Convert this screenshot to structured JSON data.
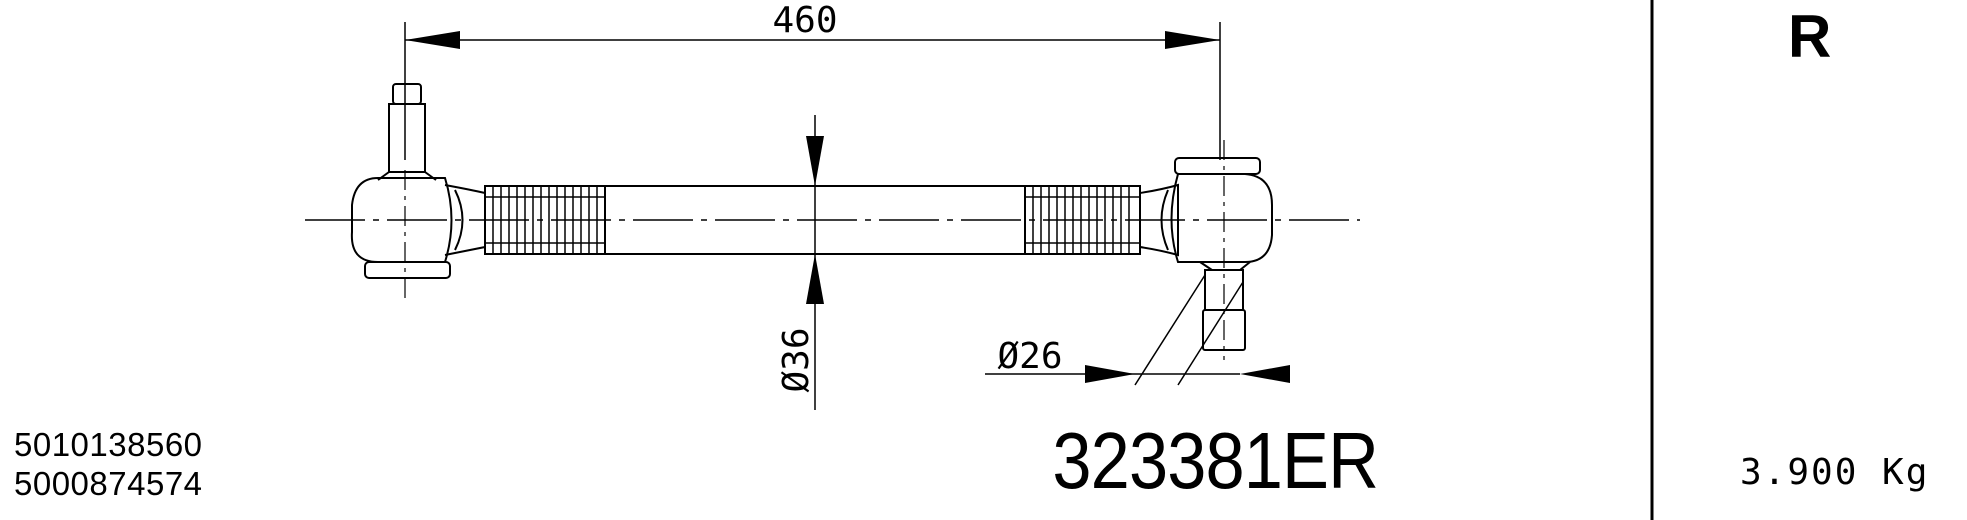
{
  "dimensions": {
    "length": "460",
    "tube_diameter": "Ø36",
    "pin_diameter": "Ø26"
  },
  "references": [
    "5010138560",
    "5000874574"
  ],
  "part_number": "323381ER",
  "side": "R",
  "weight": "3.900  Kg",
  "colors": {
    "ink": "#000000",
    "paper": "#ffffff"
  }
}
